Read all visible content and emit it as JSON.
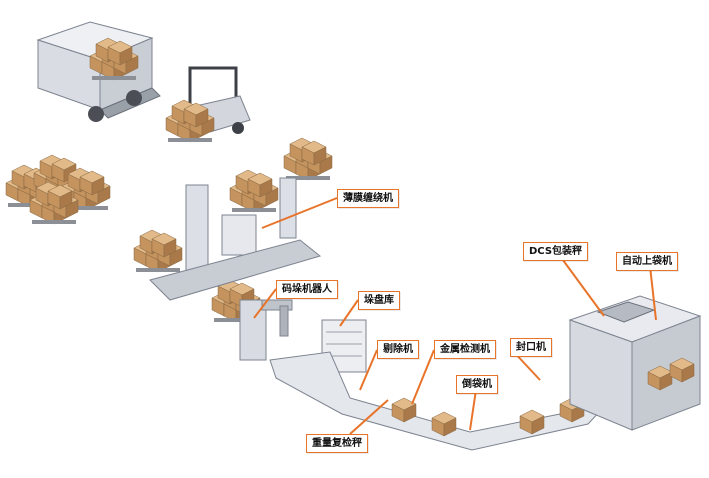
{
  "labels": {
    "wrap": "薄膜缠绕机",
    "robot": "码垛机器人",
    "tray": "垛盘库",
    "reject": "剔除机",
    "metal": "金属检测机",
    "seal": "封口机",
    "dump": "倒袋机",
    "dcs": "DCS包装秤",
    "bag": "自动上袋机",
    "check": "重量复检秤"
  },
  "colors": {
    "callout": "#e8742a",
    "box": "#c99a62",
    "machine": "#dcdfe6",
    "outline": "#7d8490"
  }
}
